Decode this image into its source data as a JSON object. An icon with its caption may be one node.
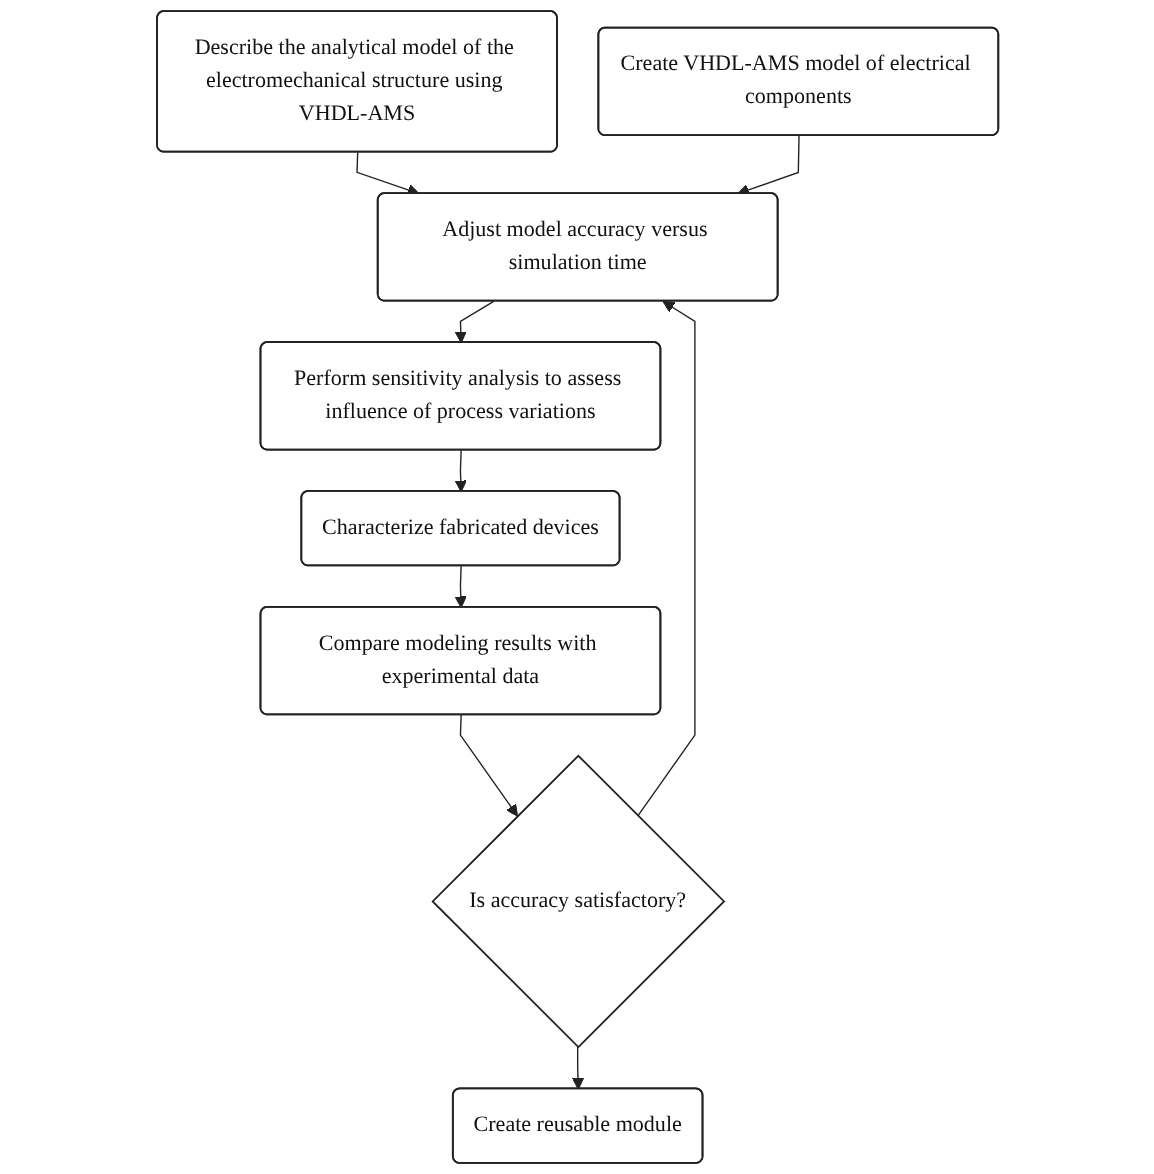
{
  "diagram": {
    "nodes": [
      {
        "text": [
          "Describe the analytical model of the electromechanical structure using VHDL-AMS"
        ]
      },
      {
        "text": [
          "Create VHDL-AMS model of electrical components"
        ]
      },
      {
        "text": [
          "Adjust model accuracy versus simulation time"
        ]
      },
      {
        "text": [
          "Perform sensitivity analysis to assess influence of process variations"
        ]
      },
      {
        "text": [
          "Characterize fabricated devices"
        ]
      },
      {
        "text": [
          "Compare modeling results with experimental data"
        ]
      },
      {
        "text": [
          "Is accuracy satisfactory?"
        ]
      },
      {
        "text": [
          "Create reusable module"
        ]
      }
    ],
    "edges": [
      {
        "from": 0,
        "to": 2,
        "arrow": "to"
      },
      {
        "from": 1,
        "to": 2,
        "arrow": "to"
      },
      {
        "from": 2,
        "to": 3,
        "arrow": "to"
      },
      {
        "from": 3,
        "to": 4,
        "arrow": "to"
      },
      {
        "from": 4,
        "to": 5,
        "arrow": "to"
      },
      {
        "from": 5,
        "to": 6,
        "arrow": "to"
      },
      {
        "from": 6,
        "to": 2,
        "arrow": "to"
      },
      {
        "from": 6,
        "to": 7,
        "arrow": "to"
      }
    ]
  }
}
